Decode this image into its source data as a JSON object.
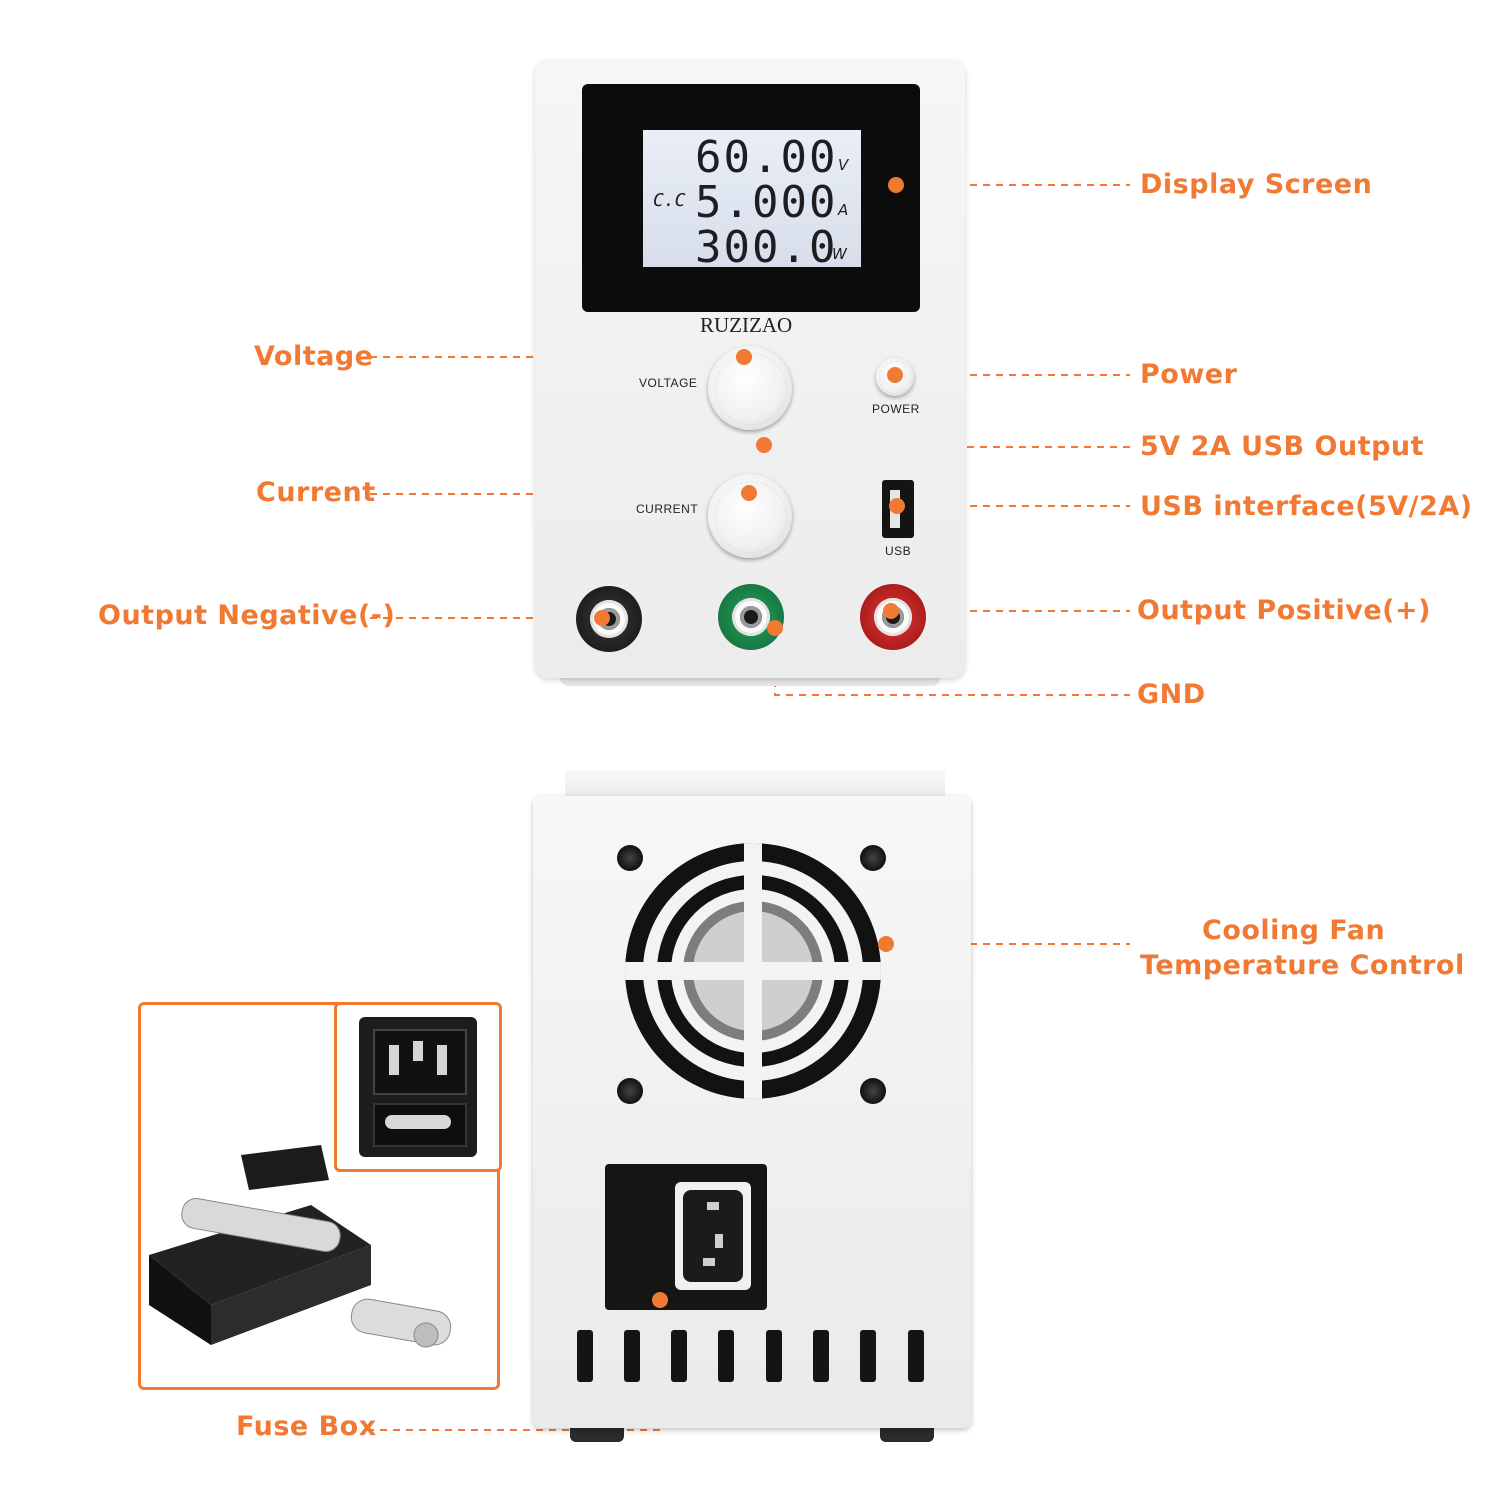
{
  "brand": "RUZIZAO",
  "display": {
    "mode": "C.C",
    "voltage": "60.00",
    "voltage_unit": "V",
    "current": "5.000",
    "current_unit": "A",
    "power": "300.0",
    "power_unit": "W"
  },
  "panel_labels": {
    "voltage": "VOLTAGE",
    "current": "CURRENT",
    "power": "POWER",
    "usb": "USB"
  },
  "callouts": {
    "display_screen": "Display Screen",
    "voltage": "Voltage",
    "power": "Power",
    "usb_output": "5V 2A USB Output",
    "current": "Current",
    "usb_interface": "USB interface(5V/2A)",
    "output_negative": "Output Negative(-)",
    "output_positive": "Output Positive(+)",
    "gnd": "GND",
    "cooling_fan_line1": "Cooling Fan",
    "cooling_fan_line2": "Temperature Control",
    "fuse_box": "Fuse Box"
  },
  "colors": {
    "accent": "#f07a34",
    "terminal_negative": "#2a2a2a",
    "terminal_gnd": "#1f8a4c",
    "terminal_positive": "#d42a2a"
  }
}
